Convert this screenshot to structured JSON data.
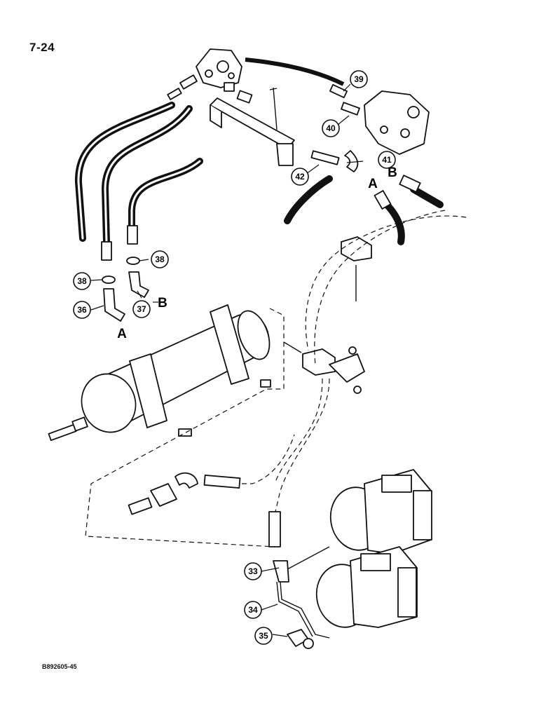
{
  "page": {
    "number": "7-24",
    "reference_code": "B892605-45"
  },
  "callouts": [
    {
      "id": "callout-33",
      "label": "33"
    },
    {
      "id": "callout-34",
      "label": "34"
    },
    {
      "id": "callout-35",
      "label": "35"
    },
    {
      "id": "callout-36",
      "label": "36"
    },
    {
      "id": "callout-37",
      "label": "37"
    },
    {
      "id": "callout-38a",
      "label": "38"
    },
    {
      "id": "callout-38b",
      "label": "38"
    },
    {
      "id": "callout-39",
      "label": "39"
    },
    {
      "id": "callout-40",
      "label": "40"
    },
    {
      "id": "callout-41",
      "label": "41"
    },
    {
      "id": "callout-42",
      "label": "42"
    }
  ],
  "connection_labels": {
    "a_lower": "A",
    "b_lower": "B",
    "a_upper": "A",
    "b_upper": "B"
  }
}
